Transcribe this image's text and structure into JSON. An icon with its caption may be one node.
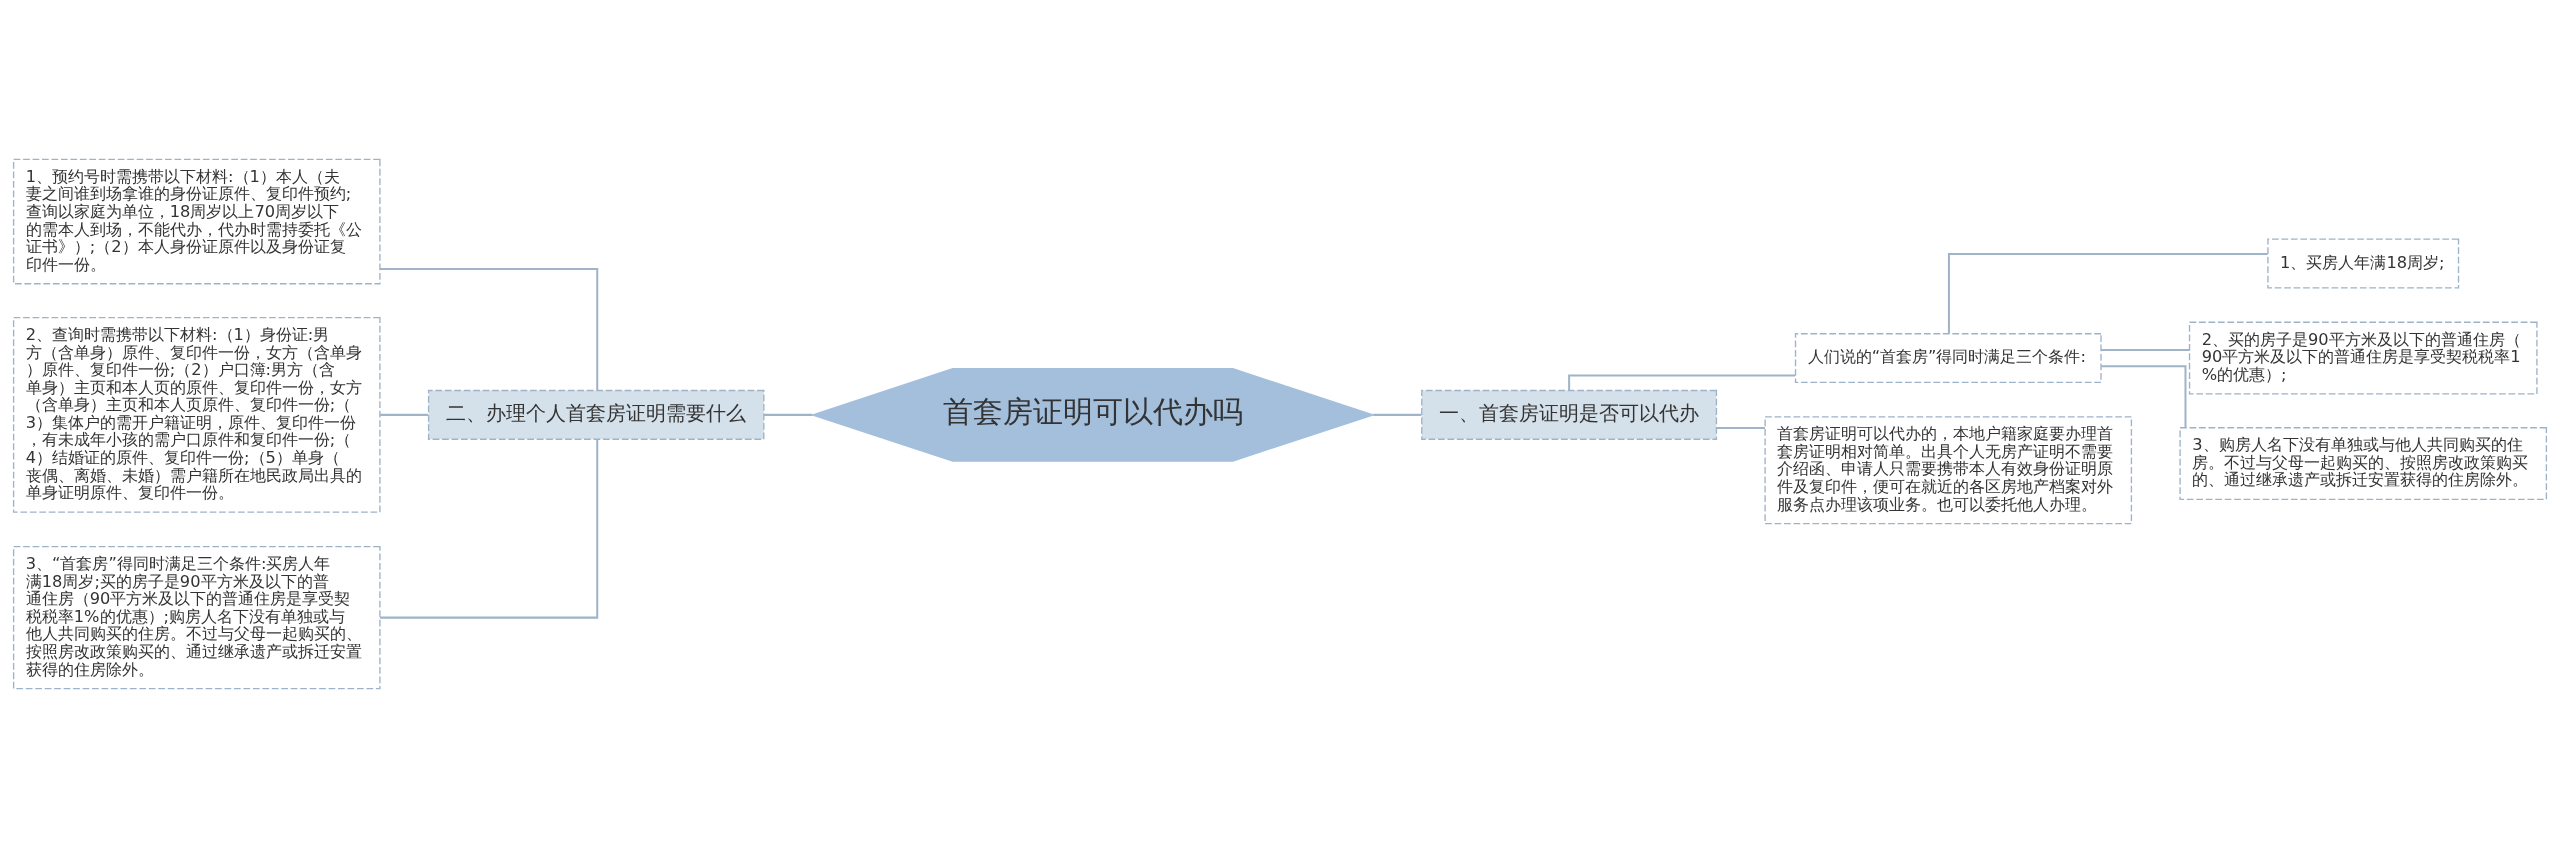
{
  "diagram": {
    "nodes": [
      {
        "text": [
          "首套房证明可以代办吗"
        ]
      },
      {
        "text": [
          "一、首套房证明是否可以代办"
        ]
      },
      {
        "text": [
          "人们说的“首套房”得同时满足三个条件:"
        ]
      },
      {
        "text": [
          "1、买房人年满18周岁;"
        ]
      },
      {
        "text": [
          "2、买的房子是90平方米及以下的普通住房（90平方米及以下的普通住房是享受契税税率1%的优惠）;"
        ]
      },
      {
        "text": [
          "3、购房人名下没有单独或与他人共同购买的住房。不过与父母一起购买的、按照房改政策购买的、通过继承遗产或拆迁安置获得的住房除外。"
        ]
      },
      {
        "text": [
          "首套房证明可以代办的，本地户籍家庭要办理首套房证明相对简单。出具个人无房产证明不需要介绍函、申请人只需要携带本人有效身份证明原件及复印件，便可在就近的各区房地产档案对外服务点办理该项业务。也可以委托他人办理。"
        ]
      },
      {
        "text": [
          "二、办理个人首套房证明需要什么"
        ]
      },
      {
        "text": [
          "1、预约号时需携带以下材料:（1）本人（夫妻之间谁到场拿谁的身份证原件、复印件预约;查询以家庭为单位，18周岁以上70周岁以下的需本人到场，不能代办，代办时需持委托《公证书》）;（2）本人身份证原件以及身份证复印件一份。"
        ]
      },
      {
        "text": [
          "2、查询时需携带以下材料:（1）身份证:男方（含单身）原件、复印件一份，女方（含单身）原件、复印件一份;（2）户口簿:男方（含单身）主页和本人页的原件、复印件一份，女方（含单身）主页和本人页原件、复印件一份;（3）集体户的需开户籍证明，原件、复印件一份，有未成年小孩的需户口原件和复印件一份;（4）结婚证的原件、复印件一份;（5）单身（丧偶、离婚、未婚）需户籍所在地民政局出具的单身证明原件、复印件一份。"
        ]
      },
      {
        "text": [
          "3、“首套房”得同时满足三个条件:买房人年满18周岁;买的房子是90平方米及以下的普通住房（90平方米及以下的普通住房是享受契税税率1%的优惠）;购房人名下没有单独或与他人共同购买的住房。不过与父母一起购买的、按照房改政策购买的、通过继承遗产或拆迁安置获得的住房除外。"
        ]
      }
    ],
    "edges": [
      {
        "from": 0,
        "to": 1,
        "arrow": "none"
      },
      {
        "from": 1,
        "to": 2,
        "arrow": "none"
      },
      {
        "from": 2,
        "to": 3,
        "arrow": "none"
      },
      {
        "from": 2,
        "to": 4,
        "arrow": "none"
      },
      {
        "from": 2,
        "to": 5,
        "arrow": "none"
      },
      {
        "from": 1,
        "to": 6,
        "arrow": "none"
      },
      {
        "from": 0,
        "to": 7,
        "arrow": "none"
      },
      {
        "from": 7,
        "to": 8,
        "arrow": "none"
      },
      {
        "from": 7,
        "to": 9,
        "arrow": "none"
      },
      {
        "from": 7,
        "to": 10,
        "arrow": "none"
      }
    ]
  }
}
